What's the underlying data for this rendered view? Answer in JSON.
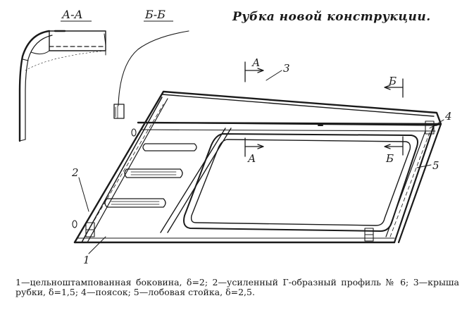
{
  "title": "Рубка новой конструкции.",
  "section_labels": {
    "aa": "А-А",
    "bb": "Б-Б"
  },
  "cut_marks": {
    "a": "А",
    "b": "Б"
  },
  "part_numbers": [
    "1",
    "2",
    "3",
    "4",
    "5"
  ],
  "caption": {
    "part1": "1—цельноштампованная боковина, δ=2;",
    "part2": "2—усиленный Г-образный профиль № 6;",
    "part3": "3—крыша рубки, δ=1,5;",
    "part4": "4—поясок;",
    "part5": "5—лобовая стойка, δ=2,5."
  }
}
